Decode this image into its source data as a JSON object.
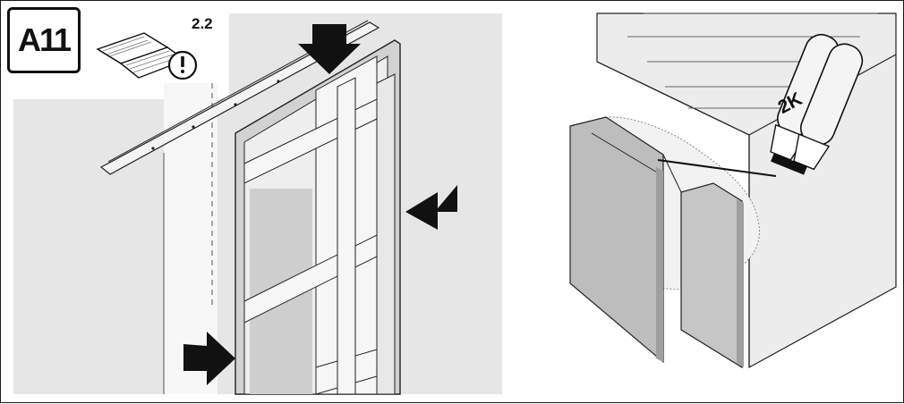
{
  "step": {
    "label": "A11"
  },
  "manual": {
    "reference": "2.2",
    "icon": "open-book-icon",
    "warning_icon": "exclamation-circle-icon"
  },
  "panel_left": {
    "icons": [
      "arrow-down-icon",
      "arrow-left-icon",
      "arrow-right-icon"
    ]
  },
  "panel_right": {
    "foam": {
      "label": "2K",
      "icon": "foam-can-icon"
    }
  },
  "colors": {
    "ink": "#1a1a1a",
    "wall": "#e6e6e6",
    "frame": "#d2d2d2",
    "foam": "#f2f2f2"
  }
}
